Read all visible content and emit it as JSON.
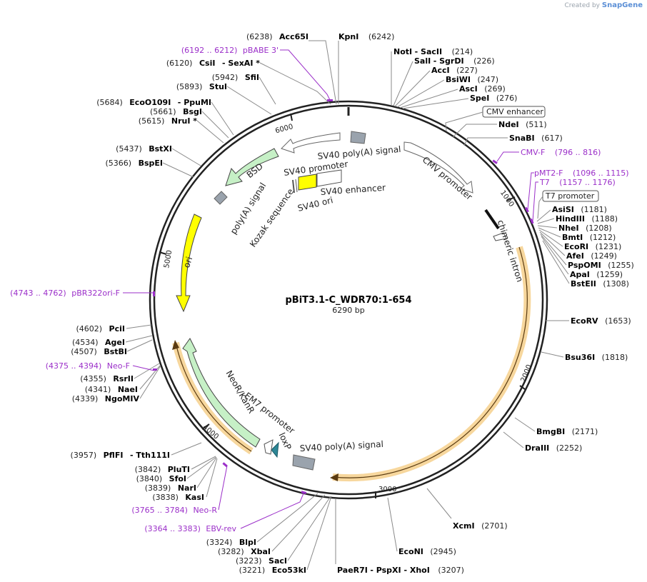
{
  "brand": {
    "created_by": "Created by",
    "name": "SnapGene"
  },
  "plasmid": {
    "name": "pBiT3.1-C_WDR70:1-654",
    "size": "6290 bp"
  },
  "ticks": [
    "1000",
    "2000",
    "3000",
    "4000",
    "5000",
    "6000"
  ],
  "features": {
    "cmv_promoter": "CMV promoter",
    "chimeric_intron": "chimeric intron",
    "sv40_polya_main": "SV40 poly(A) signal",
    "em7": "EM7 promoter",
    "loxp": "loxP",
    "neor": "NeoR/KanR",
    "ori": "ori",
    "polya": "poly(A) signal",
    "bsd": "BSD",
    "sv40_polya_inner": "SV40 poly(A) signal",
    "sv40_promoter": "SV40 promoter",
    "sv40_enhancer": "SV40 enhancer",
    "sv40_ori": "SV40 ori",
    "kozak": "Kozak sequence"
  },
  "boxed": {
    "cmv_enhancer": "CMV enhancer",
    "t7_promoter": "T7 promoter"
  },
  "sites_right": [
    {
      "name": "NotI",
      "extra": "- SacII",
      "pos": "(214)"
    },
    {
      "name": "SalI",
      "extra": "- SgrDI",
      "pos": "(226)"
    },
    {
      "name": "AccI",
      "extra": "",
      "pos": "(227)"
    },
    {
      "name": "BsiWI",
      "extra": "",
      "pos": "(247)"
    },
    {
      "name": "AscI",
      "extra": "",
      "pos": "(269)"
    },
    {
      "name": "SpeI",
      "extra": "",
      "pos": "(276)"
    },
    {
      "name": "NdeI",
      "extra": "",
      "pos": "(511)"
    },
    {
      "name": "SnaBI",
      "extra": "",
      "pos": "(617)"
    },
    {
      "name": "AsiSI",
      "extra": "",
      "pos": "(1181)"
    },
    {
      "name": "HindIII",
      "extra": "",
      "pos": "(1188)"
    },
    {
      "name": "NheI",
      "extra": "",
      "pos": "(1208)"
    },
    {
      "name": "BmtI",
      "extra": "",
      "pos": "(1212)"
    },
    {
      "name": "EcoRI",
      "extra": "",
      "pos": "(1231)"
    },
    {
      "name": "AfeI",
      "extra": "",
      "pos": "(1249)"
    },
    {
      "name": "PspOMI",
      "extra": "",
      "pos": "(1255)"
    },
    {
      "name": "ApaI",
      "extra": "",
      "pos": "(1259)"
    },
    {
      "name": "BstEII",
      "extra": "",
      "pos": "(1308)"
    },
    {
      "name": "EcoRV",
      "extra": "",
      "pos": "(1653)"
    },
    {
      "name": "Bsu36I",
      "extra": "",
      "pos": "(1818)"
    },
    {
      "name": "BmgBI",
      "extra": "",
      "pos": "(2171)"
    },
    {
      "name": "DraIII",
      "extra": "",
      "pos": "(2252)"
    },
    {
      "name": "XcmI",
      "extra": "",
      "pos": "(2701)"
    },
    {
      "name": "EcoNI",
      "extra": "",
      "pos": "(2945)"
    },
    {
      "name": "PaeR7I",
      "extra": "- PspXI - XhoI",
      "pos": "(3207)"
    },
    {
      "name": "KpnI",
      "extra": "",
      "pos": "(6242)"
    }
  ],
  "sites_left": [
    {
      "name": "Acc65I",
      "pos": "(6238)"
    },
    {
      "name": "CsiI",
      "extra": "- SexAI *",
      "pos": "(6120)"
    },
    {
      "name": "SfiI",
      "pos": "(5942)"
    },
    {
      "name": "StuI",
      "pos": "(5893)"
    },
    {
      "name": "EcoO109I",
      "extra": "- PpuMI",
      "pos": "(5684)"
    },
    {
      "name": "BsgI",
      "pos": "(5661)"
    },
    {
      "name": "NruI *",
      "pos": "(5615)"
    },
    {
      "name": "BstXI",
      "pos": "(5437)"
    },
    {
      "name": "BspEI",
      "pos": "(5366)"
    },
    {
      "name": "PciI",
      "pos": "(4602)"
    },
    {
      "name": "AgeI",
      "pos": "(4534)"
    },
    {
      "name": "BstBI",
      "pos": "(4507)"
    },
    {
      "name": "RsrII",
      "pos": "(4355)"
    },
    {
      "name": "NaeI",
      "pos": "(4341)"
    },
    {
      "name": "NgoMIV",
      "pos": "(4339)"
    },
    {
      "name": "PflFI",
      "extra": "- Tth111I",
      "pos": "(3957)"
    },
    {
      "name": "PluTI",
      "pos": "(3842)"
    },
    {
      "name": "SfoI",
      "pos": "(3840)"
    },
    {
      "name": "NarI",
      "pos": "(3839)"
    },
    {
      "name": "KasI",
      "pos": "(3838)"
    },
    {
      "name": "BlpI",
      "pos": "(3324)"
    },
    {
      "name": "XbaI",
      "pos": "(3282)"
    },
    {
      "name": "SacI",
      "pos": "(3223)"
    },
    {
      "name": "Eco53kI",
      "pos": "(3221)"
    }
  ],
  "primers": [
    {
      "name": "pBABE 3'",
      "range": "(6192 .. 6212)"
    },
    {
      "name": "CMV-F",
      "range": "(796 .. 816)"
    },
    {
      "name": "pMT2-F",
      "range": "(1096 .. 1115)"
    },
    {
      "name": "T7",
      "range": "(1157 .. 1176)"
    },
    {
      "name": "pBR322ori-F",
      "range": "(4743 .. 4762)"
    },
    {
      "name": "Neo-F",
      "range": "(4375 .. 4394)"
    },
    {
      "name": "Neo-R",
      "range": "(3765 .. 3784)"
    },
    {
      "name": "EBV-rev",
      "range": "(3364 .. 3383)"
    }
  ]
}
